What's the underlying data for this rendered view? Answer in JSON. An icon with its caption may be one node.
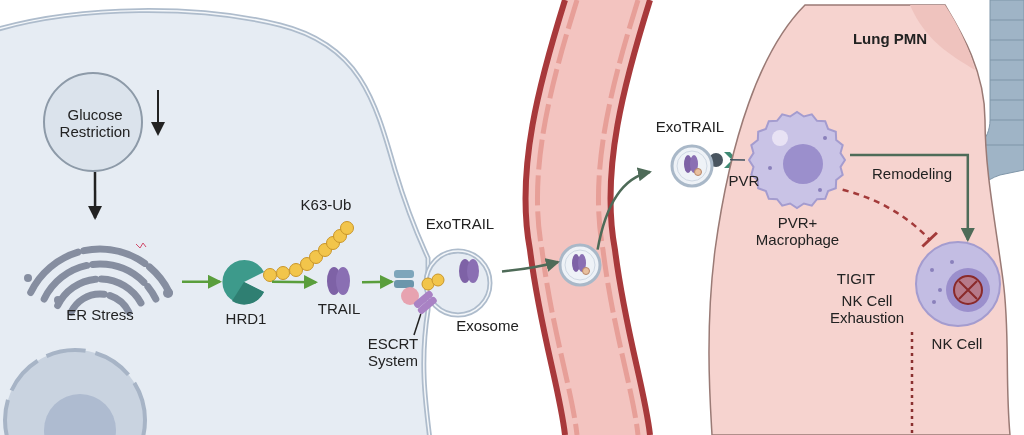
{
  "diagram": {
    "nodes": [
      {
        "text": [
          "Glucose Restriction"
        ]
      },
      {
        "text": [
          "ER Stress"
        ]
      },
      {
        "text": [
          "HRD1"
        ]
      },
      {
        "text": [
          "TRAIL"
        ]
      },
      {
        "text": [
          "ExoTRAIL"
        ],
        "beside": [
          "Exosome"
        ]
      },
      {
        "text": [
          "ESCRT System"
        ]
      },
      {
        "text": [],
        "shape": "picture"
      },
      {
        "text": [],
        "shape": "circle"
      },
      {
        "text": [
          "ExoTRAIL"
        ]
      },
      {
        "text": [
          "Lung PMN"
        ]
      },
      {
        "text": [
          "PVR+ Macrophage"
        ],
        "in": 9
      },
      {
        "text": [
          "NK Cell"
        ],
        "in": 9
      }
    ],
    "edges": [
      {
        "from": 0,
        "to": 1,
        "arrow": "to",
        "color": "#222222"
      },
      {
        "from": 1,
        "to": 2,
        "arrow": "to"
      },
      {
        "from": 2,
        "to": 3,
        "arrow": "to"
      },
      {
        "from": 3,
        "to": 6,
        "arrow": "to"
      },
      {
        "from": 4,
        "to": 7,
        "arrow": "to",
        "color": "#4e6b58"
      },
      {
        "from": 7,
        "to": 8,
        "arrow": "to",
        "color": "#4e6b58"
      },
      {
        "from": 8,
        "to": 10,
        "arrow": "none",
        "color": "#3d4f5c"
      },
      {
        "from": 10,
        "to": 11,
        "arrow": "to",
        "label": "Remodeling",
        "color": "#4e6b58"
      },
      {
        "from": 10,
        "to": 11,
        "arrow": "other",
        "style": "dashed",
        "color": "#a33a3a"
      },
      {
        "from": 11,
        "to": null,
        "arrow": "none",
        "style": "dashed",
        "color": "#8a3030"
      },
      {
        "from": 5,
        "to": 6,
        "arrow": "none",
        "color": "#222222"
      }
    ],
    "labels": [
      "K63-Ub",
      "PVR",
      "TIGIT",
      "NK Cell Exhaustion"
    ]
  }
}
